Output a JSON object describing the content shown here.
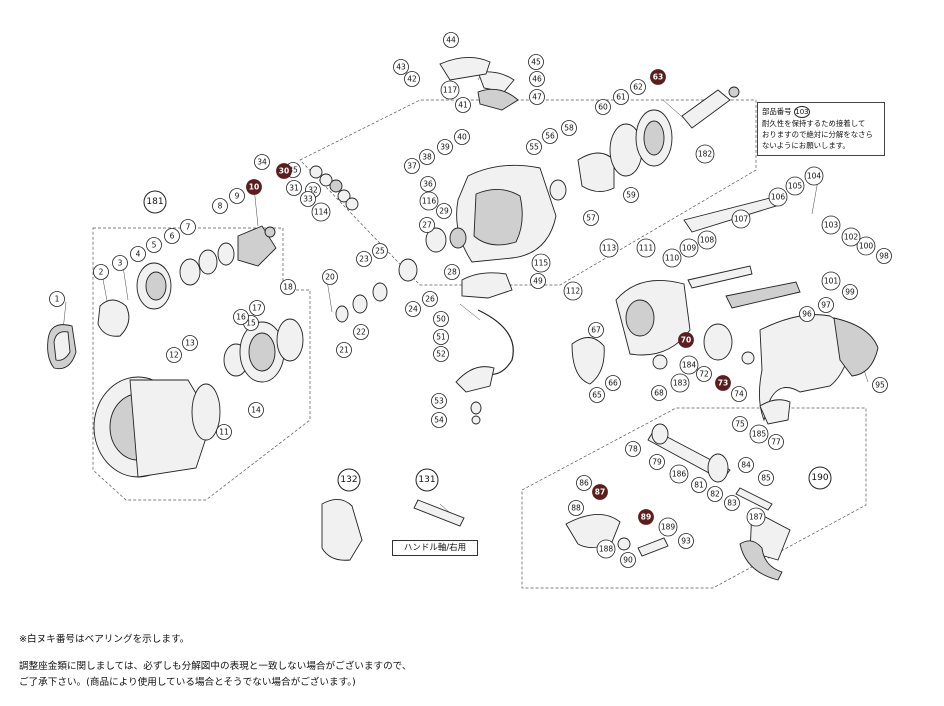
{
  "parts": {
    "callouts": [
      "1",
      "2",
      "3",
      "4",
      "5",
      "6",
      "7",
      "8",
      "9",
      "11",
      "12",
      "13",
      "14",
      "15",
      "16",
      "17",
      "18",
      "20",
      "21",
      "22",
      "23",
      "24",
      "25",
      "26",
      "27",
      "28",
      "29",
      "31",
      "32",
      "33",
      "34",
      "35",
      "36",
      "37",
      "38",
      "39",
      "40",
      "41",
      "42",
      "43",
      "44",
      "45",
      "46",
      "47",
      "49",
      "50",
      "51",
      "52",
      "53",
      "54",
      "55",
      "56",
      "57",
      "58",
      "59",
      "60",
      "61",
      "62",
      "65",
      "66",
      "67",
      "68",
      "72",
      "74",
      "75",
      "77",
      "78",
      "79",
      "81",
      "82",
      "83",
      "84",
      "85",
      "86",
      "88",
      "90",
      "93",
      "95",
      "96",
      "97",
      "98",
      "99",
      "100",
      "101",
      "102",
      "103",
      "104",
      "105",
      "106",
      "107",
      "108",
      "109",
      "110",
      "111",
      "112",
      "113",
      "114",
      "115",
      "116",
      "117",
      "182",
      "183",
      "184",
      "185",
      "186",
      "187",
      "188",
      "189"
    ],
    "bearing_callouts": [
      "10",
      "30",
      "63",
      "70",
      "73",
      "87",
      "89"
    ],
    "group_labels": [
      "181",
      "190",
      "131",
      "132"
    ]
  },
  "notes": {
    "box_line1_prefix": "部品番号",
    "box_ref": "103",
    "box_line2": "耐久性を保持するため接着して",
    "box_line3": "おりますので絶対に分解をなさら",
    "box_line4": "ないようにお願いします。",
    "handle_label": "ハンドル軸/右用"
  },
  "footer": {
    "line1": "※白ヌキ番号はベアリングを示します。",
    "line2": "調整座金類に関しましては、必ずしも分解図中の表現と一致しない場合がございますので、",
    "line3": "ご了承下さい。(商品により使用している場合とそうでない場合がございます。)"
  }
}
